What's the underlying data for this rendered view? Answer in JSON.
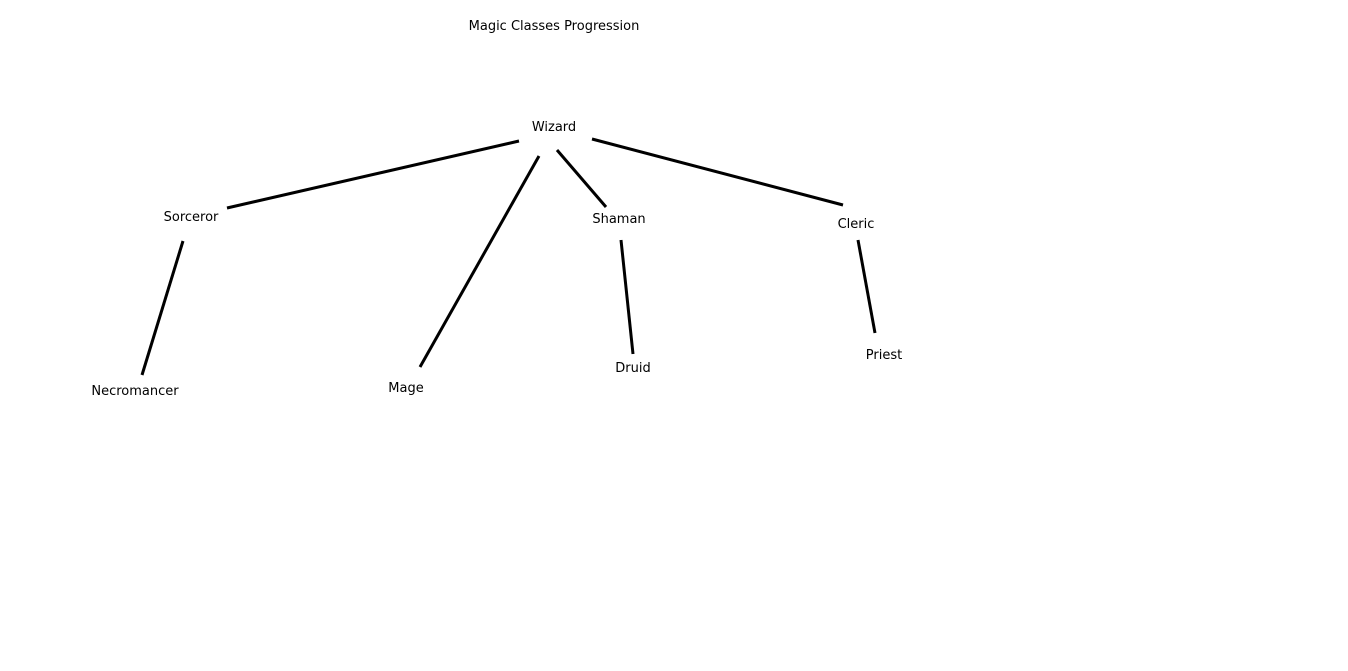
{
  "title": "Magic Classes Progression",
  "nodes": {
    "wizard": "Wizard",
    "sorceror": "Sorceror",
    "shaman": "Shaman",
    "cleric": "Cleric",
    "necromancer": "Necromancer",
    "mage": "Mage",
    "druid": "Druid",
    "priest": "Priest"
  },
  "edges": [
    [
      "wizard",
      "sorceror"
    ],
    [
      "wizard",
      "mage"
    ],
    [
      "wizard",
      "shaman"
    ],
    [
      "wizard",
      "cleric"
    ],
    [
      "sorceror",
      "necromancer"
    ],
    [
      "shaman",
      "druid"
    ],
    [
      "cleric",
      "priest"
    ]
  ]
}
